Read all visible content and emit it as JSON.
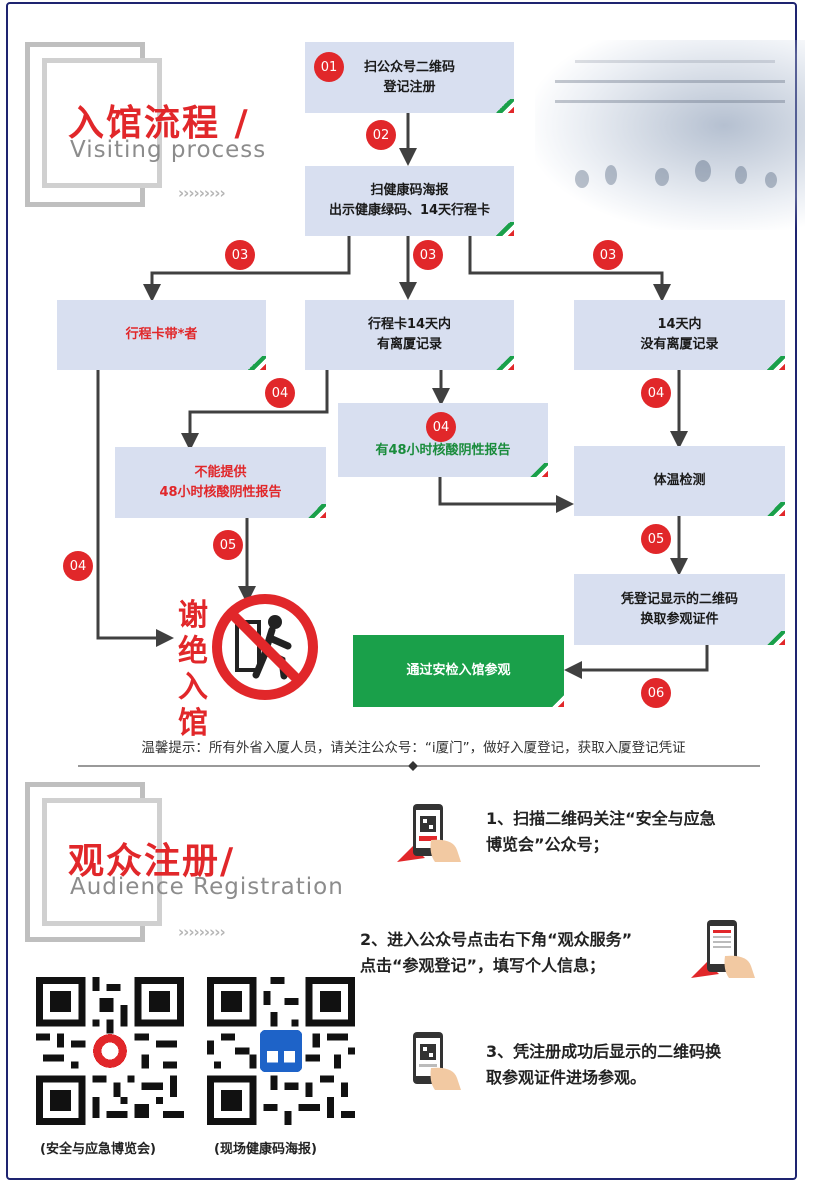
{
  "section1": {
    "title": "入馆流程 /",
    "subtitle": "Visiting process",
    "chevrons": "›››››››››"
  },
  "steps": {
    "s01": "01",
    "s02": "02",
    "s03a": "03",
    "s03b": "03",
    "s03c": "03",
    "s04a": "04",
    "s04b": "04",
    "s04c": "04",
    "s04d": "04",
    "s05a": "05",
    "s05b": "05",
    "s06": "06"
  },
  "boxes": {
    "scan_register": [
      "扫公众号二维码",
      "登记注册"
    ],
    "scan_health": [
      "扫健康码海报",
      "出示健康绿码、14天行程卡"
    ],
    "trip_star": [
      "行程卡带*者"
    ],
    "trip_14_xm": [
      "行程卡14天内",
      "有离厦记录"
    ],
    "no_leave": [
      "14天内",
      "没有离厦记录"
    ],
    "no_report": [
      "不能提供",
      "48小时核酸阴性报告"
    ],
    "has_report": [
      "有48小时核酸阴性报告"
    ],
    "temp_check": [
      "体温检测"
    ],
    "exchange": [
      "凭登记显示的二维码",
      "换取参观证件"
    ],
    "pass": [
      "通过安检入馆参观"
    ]
  },
  "refuse_text": [
    "谢",
    "绝",
    "入",
    "馆"
  ],
  "tip": "温馨提示：所有外省入厦人员，请关注公众号：“i厦门”，做好入厦登记，获取入厦登记凭证",
  "section2": {
    "title": "观众注册/",
    "subtitle": "Audience Registration",
    "chevrons": "›››››››››"
  },
  "reg_steps": {
    "r1": [
      "1、扫描二维码关注“安全与应急",
      "博览会”公众号；"
    ],
    "r2": [
      "2、进入公众号点击右下角“观众服务”",
      "点击“参观登记”，填写个人信息；"
    ],
    "r3": [
      "3、凭注册成功后显示的二维码换",
      "取参观证件进场参观。"
    ]
  },
  "qr_captions": {
    "left": "(安全与应急博览会)",
    "right": "(现场健康码海报)"
  },
  "colors": {
    "red": "#e1272a",
    "green": "#1aa04a",
    "box": "#d8dff0",
    "frame": "#1e2470"
  }
}
